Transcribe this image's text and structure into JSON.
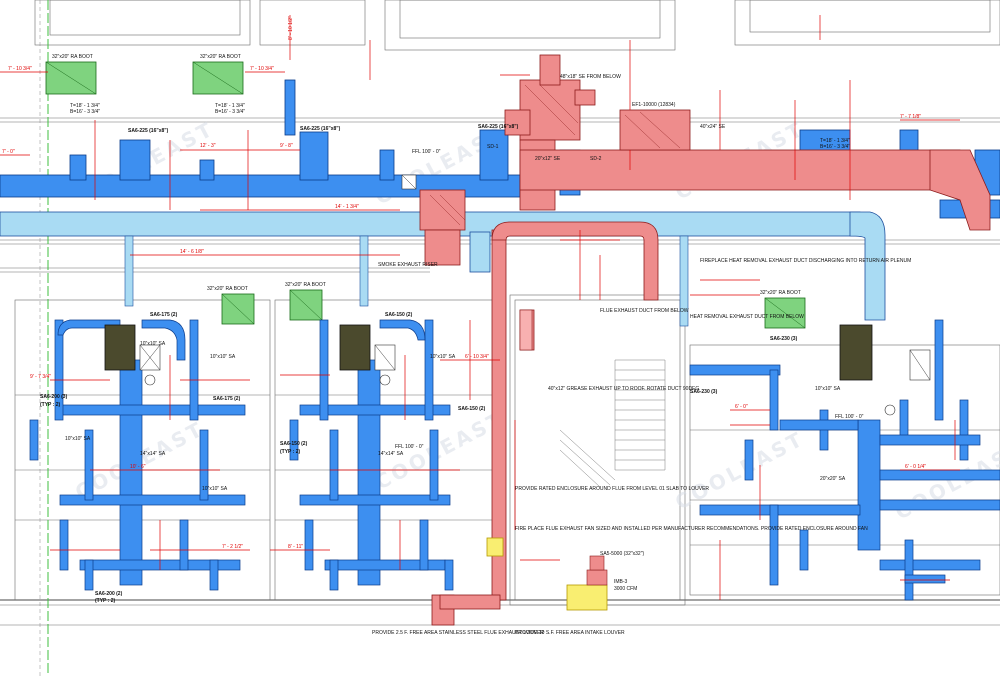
{
  "colors": {
    "supply_duct": "#3d8ff0",
    "supply_duct_light": "#9fd2f0",
    "exhaust_duct": "#ee8c8c",
    "dimension": "#e00000",
    "boot": "#6fcf6f",
    "equipment": "#4b4a2d",
    "vent_fan": "#f2e24a"
  },
  "watermark": "COOLEAST",
  "boots": {
    "ra_boot": "32\"x20\" RA BOOT",
    "ra_boot_b": "32\"x20\" RA BOOT",
    "ra_boot_c": "32\"x20\" RA BOOT",
    "ra_boot_d": "32\"x20\" RA BOOT",
    "ra_boot_e": "32\"x20\" RA BOOT"
  },
  "dims": {
    "d1": "7' - 10 3/4\"",
    "d2": "7' - 10 3/4\"",
    "d3": "8' - 10 1/2\"",
    "d4": "9' - 8\"",
    "d5": "12' - 3\"",
    "d6": "14' - 1 3/4\"",
    "d7": "14' - 6 1/8\"",
    "d8": "7' - 0\"",
    "d9": "9' - 7 3/4\"",
    "d10": "6' - 10 3/4\"",
    "d11": "7' - 2 1/2\"",
    "d12": "8' - 11\"",
    "d13": "10' - 6\"",
    "d14": "6' - 0\"",
    "d15": "6' - 0 1/4\"",
    "d16": "7' - 7 1/8\""
  },
  "tags": {
    "sa1": "SA6-225 (16\"x8\")",
    "sa2": "SA6-225 (16\"x8\")",
    "sa3": "SA6-225 (16\"x8\")",
    "sa4": "SA6-175 (2)",
    "sa5": "SA6-150 (2)",
    "sa6": "SA6-200 (3)",
    "sa7": "SA6-150 (2)",
    "sa8": "SA6-175 (2)",
    "sa9": "SA6-230 (3)",
    "sa10": "SA6-230 (3)",
    "sa11": "SA6-150 (2)",
    "sa12": "SA6-200 (2)",
    "size1": "10\"x10\" SA",
    "size2": "10\"x10\" SA",
    "size3": "10\"x10\" SA",
    "size4": "10\"x10\" SA",
    "size5": "10\"x10\" SA",
    "size6": "10\"x10\" SA",
    "size7": "14\"x14\" SA",
    "size8": "14\"x14\" SA",
    "size9": "20\"x20\" SA",
    "size10": "20\"x12\" SE",
    "size11": "40\"x24\" SE",
    "ffl1": "FFL 100' - 0\"",
    "ffl2": "FFL 100' - 0\"",
    "ffl3": "FFL 100' - 0\""
  },
  "notes": {
    "n_se_from_below": "48\"x18\" SE FROM BELOW",
    "n_ef": "EF1-10000 (12834)",
    "n_smoke": "SMOKE EXHAUST RISER",
    "n_fireplace": "FIREPLACE HEAT REMOVAL EXHAUST DUCT DISCHARGING INTO RETURN AIR PLENUM",
    "n_heat_removal": "HEAT REMOVAL EXHAUST DUCT FROM BELOW",
    "n_flue_below": "FLUE EXHAUST DUCT FROM BELOW",
    "n_grease": "40\"x12\" GREASE EXHAUST UP TO ROOF. ROTATE DUCT 90DEG",
    "n_rated_enclosure": "PROVIDE RATED ENCLOSURE AROUND FLUE FROM LEVEL 01 SLAB TO LOUVER",
    "n_fire_fan": "FIRE PLACE FLUE EXHAUST FAN SIZED AND INSTALLED PER MANUFACTURER RECOMMENDATIONS. PROVIDE RATED ENCLOSURE AROUND FAN",
    "n_louver_left": "PROVIDE 2.5 F. FREE AREA STAINLESS STEEL FLUE EXHAUST LOUVER",
    "n_louver_right": "PROVIDE 10 S.F. FREE AREA INTAKE LOUVER",
    "n_sa_tag": "SA5-5000 (32\"x32\")",
    "n_cfm": "3000 CFM",
    "n_hold": "IMB-3"
  },
  "extra": {
    "te_left": "T=18' - 1 3/4\"",
    "be_left": "B=16' - 3 3/4\"",
    "te_mid": "T=18' - 1 3/4\"",
    "be_mid": "B=16' - 3 3/4\"",
    "te_right": "T=18' - 1 3/4\"",
    "be_right": "B=16' - 3 3/4\"",
    "sd1": "SD-1",
    "sd2": "SD-2",
    "typ": "(TYP : 2)",
    "typ2": "(TYP : 2)",
    "typ3": "(TYP : 2)"
  }
}
